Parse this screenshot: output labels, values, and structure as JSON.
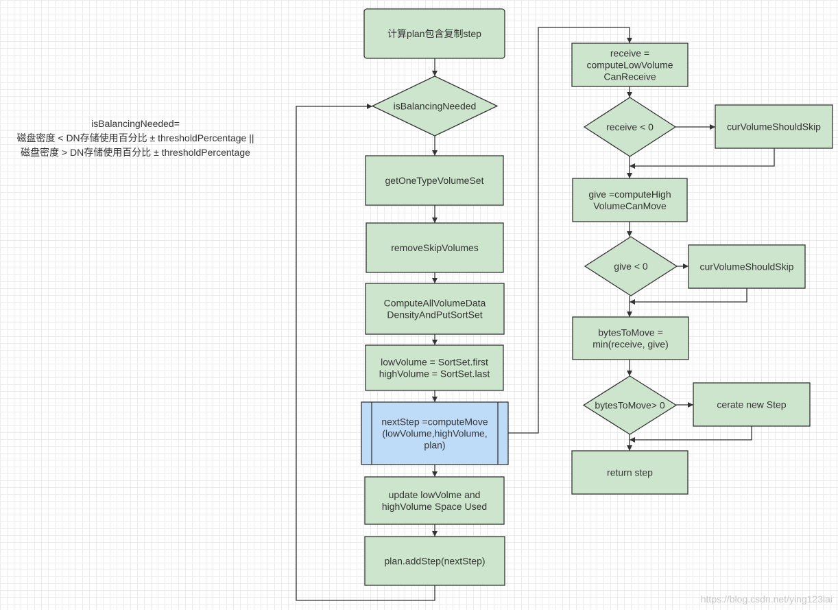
{
  "note": {
    "line1": "isBalancingNeeded=",
    "line2": "磁盘密度 < DN存储使用百分比 ± thresholdPercentage ||",
    "line3": "磁盘密度 > DN存储使用百分比 ± thresholdPercentage"
  },
  "colors": {
    "node_fill": "#cce5cc",
    "subprocess_fill": "#bedcf7",
    "stroke": "#333333",
    "grid": "#ececec"
  },
  "nodes": {
    "start": [
      "计算plan包含复制step"
    ],
    "is_balancing": [
      "isBalancingNeeded"
    ],
    "get_one_type": [
      "getOneTypeVolumeSet"
    ],
    "remove_skip": [
      "removeSkipVolumes"
    ],
    "compute_all": [
      "ComputeAllVolumeData",
      "DensityAndPutSortSet"
    ],
    "low_high": [
      "lowVolume = SortSet.first",
      "highVolume = SortSet.last"
    ],
    "next_step": [
      "nextStep =computeMove",
      "(lowVolume,highVolume,",
      "plan)"
    ],
    "update_space": [
      "update lowVolme and",
      "highVolume Space Used"
    ],
    "add_step": [
      "plan.addStep(nextStep)"
    ],
    "receive": [
      "receive =",
      "computeLowVolume",
      "CanReceive"
    ],
    "receive_check": [
      "receive < 0"
    ],
    "skip_1": [
      "curVolumeShouldSkip"
    ],
    "give": [
      "give =computeHigh",
      "VolumeCanMove"
    ],
    "give_check": [
      "give < 0"
    ],
    "skip_2": [
      "curVolumeShouldSkip"
    ],
    "bytes_to_move": [
      "bytesToMove =",
      "min(receive, give)"
    ],
    "bytes_check": [
      "bytesToMove> 0"
    ],
    "create_step": [
      "cerate new Step"
    ],
    "return_step": [
      "return step"
    ]
  },
  "watermark": "https://blog.csdn.net/ying123lai"
}
